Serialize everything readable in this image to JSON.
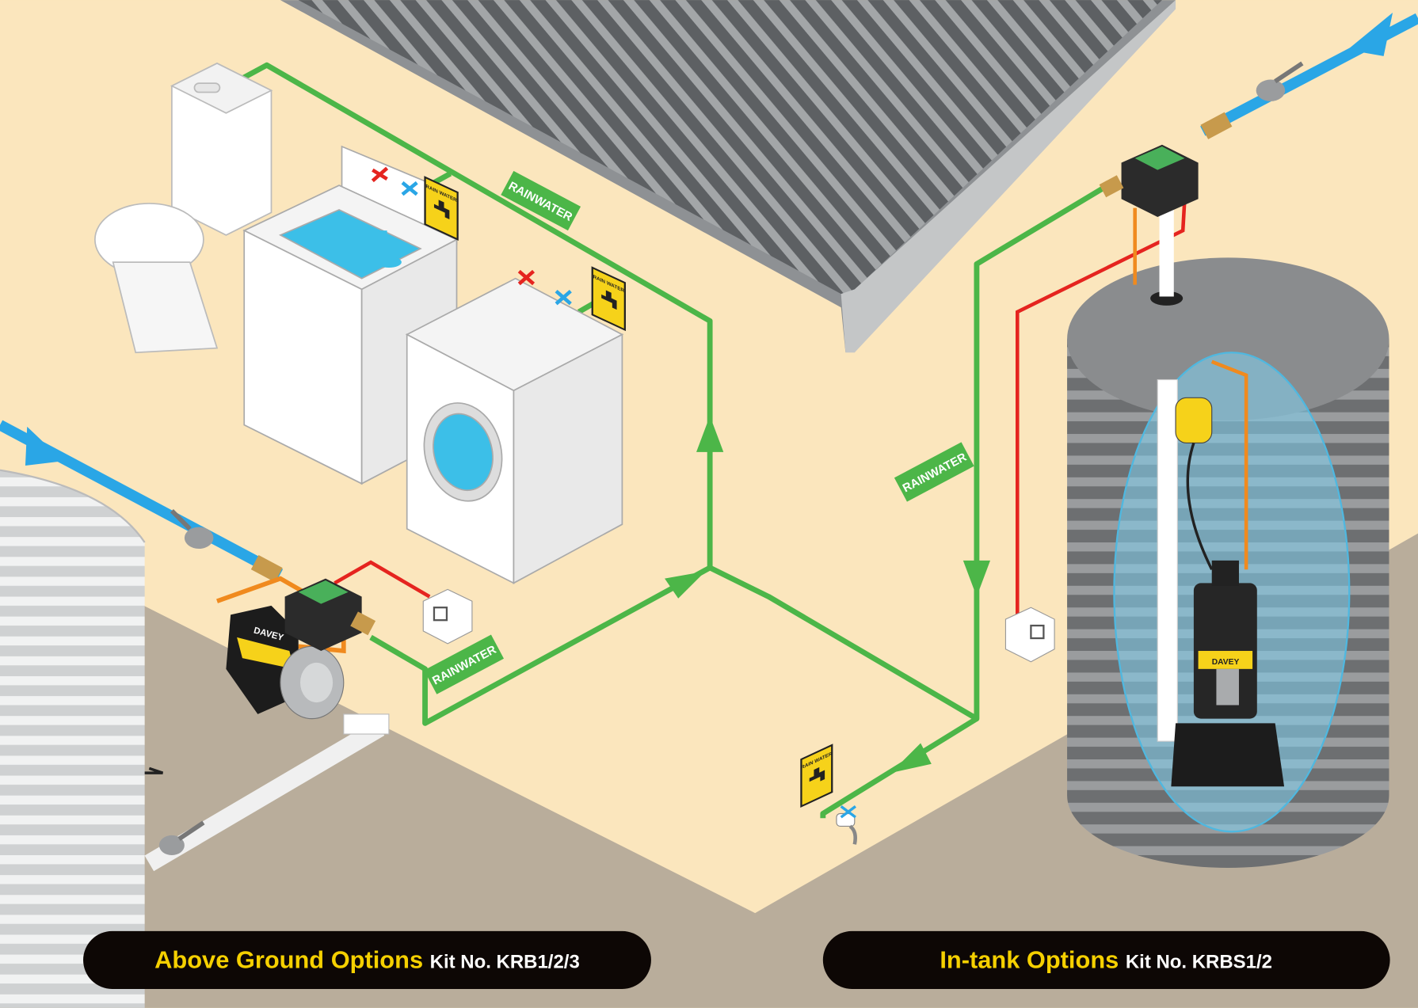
{
  "colors": {
    "wall": "#fbe6bd",
    "ground": "#b9ad9b",
    "rainwater_pipe": "#4cb648",
    "mains_pipe": "#2aa6e6",
    "electric_wire": "#e5241f",
    "float_wire": "#f08a1e",
    "sign_yellow": "#f6d21a",
    "label_yellow": "#f5d000"
  },
  "pipe_labels": [
    "RAINWATER",
    "RAINWATER",
    "RAINWATER"
  ],
  "sign_text": "RAIN WATER",
  "pump_brand": "DAVEY",
  "banners": {
    "left": {
      "title": "Above Ground Options",
      "kit": "Kit No. KRB1/2/3"
    },
    "right": {
      "title": "In-tank Options",
      "kit": "Kit No. KRBS1/2"
    }
  }
}
